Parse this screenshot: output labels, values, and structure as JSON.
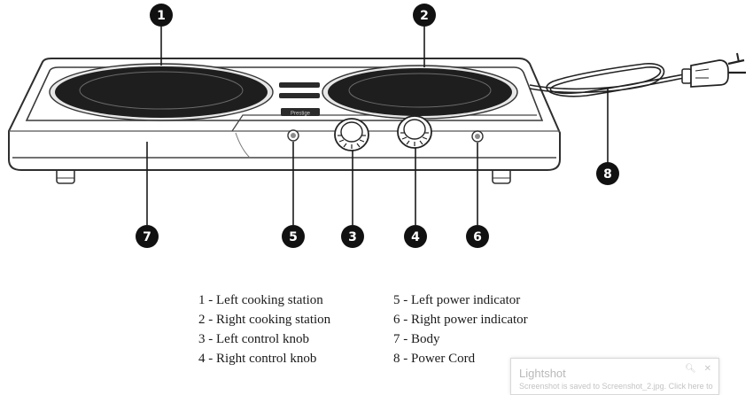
{
  "callouts": [
    {
      "num": "1",
      "label": "Left cooking station"
    },
    {
      "num": "2",
      "label": "Right cooking station"
    },
    {
      "num": "3",
      "label": "Left control knob"
    },
    {
      "num": "4",
      "label": "Right control knob"
    },
    {
      "num": "5",
      "label": "Left power indicator"
    },
    {
      "num": "6",
      "label": "Right power indicator"
    },
    {
      "num": "7",
      "label": "Body"
    },
    {
      "num": "8",
      "label": "Power Cord"
    }
  ],
  "legend": [
    "1 - Left cooking station",
    "2 - Right cooking station",
    "3 - Left control knob",
    "4 - Right control knob",
    "5 - Left power indicator",
    "6 - Right power indicator",
    "7 - Body",
    "8 - Power Cord"
  ],
  "brand_plate": "Prestige",
  "toast": {
    "title": "Lightshot",
    "text": "Screenshot is saved to Screenshot_2.jpg. Click here to"
  },
  "icons": {
    "toast_search": "magnifier-icon",
    "toast_close": "close-icon"
  }
}
